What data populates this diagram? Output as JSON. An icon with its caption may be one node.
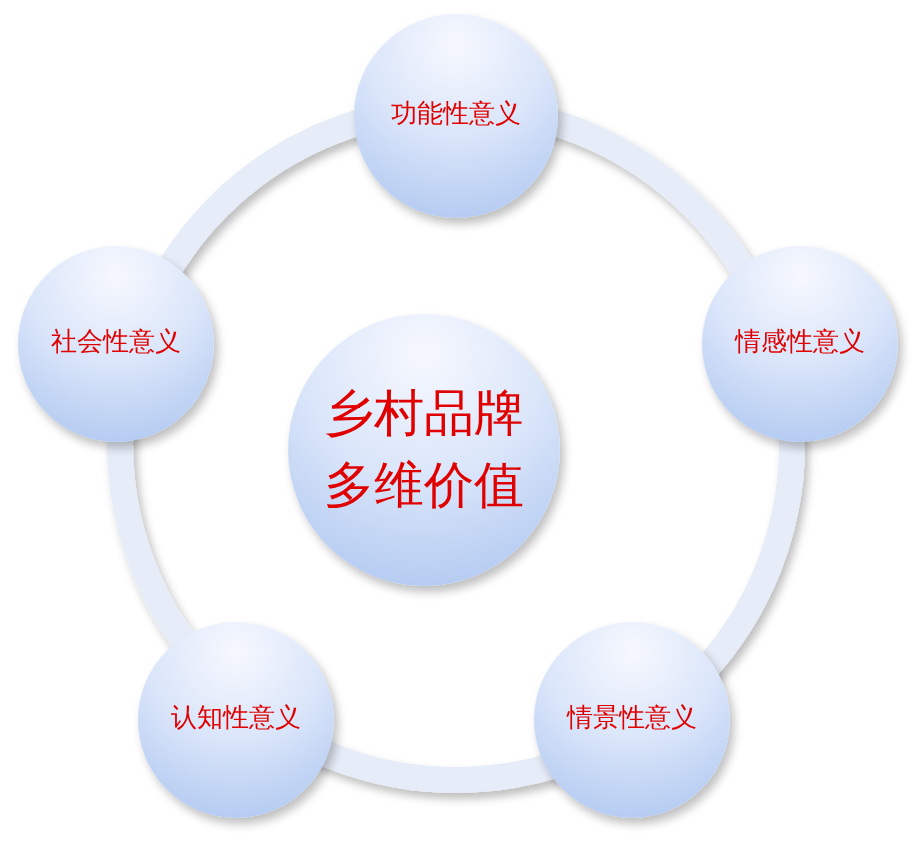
{
  "diagram": {
    "nodes": [
      {
        "text": [
          "乡村品牌多维价值"
        ]
      },
      {
        "text": [
          "功能性意义"
        ]
      },
      {
        "text": [
          "情感性意义"
        ]
      },
      {
        "text": [
          "情景性意义"
        ]
      },
      {
        "text": [
          "认知性意义"
        ]
      },
      {
        "text": [
          "社会性意义"
        ]
      }
    ]
  }
}
